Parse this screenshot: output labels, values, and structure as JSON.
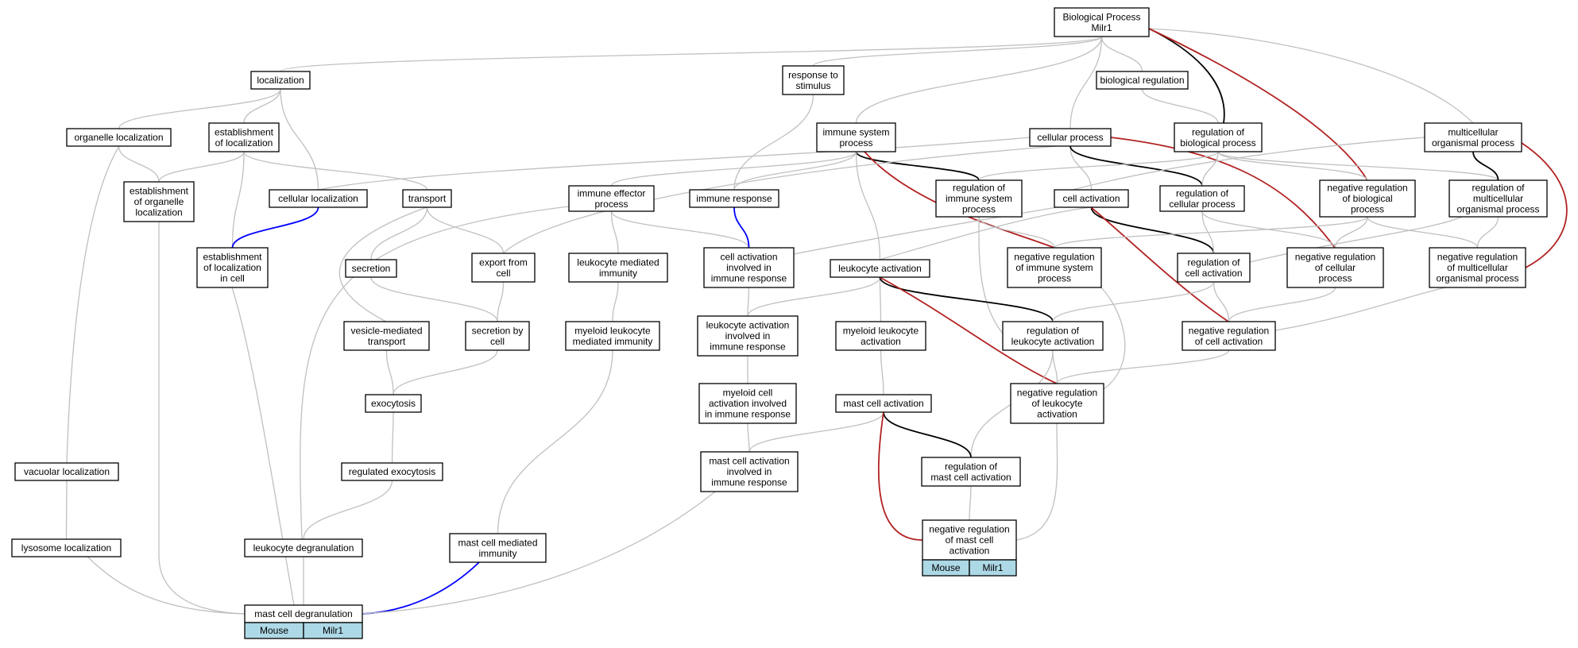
{
  "title": "Biological Process Milr1",
  "colors": {
    "gray": "#c0c0c0",
    "black": "#000000",
    "red": "#b22222",
    "blue": "#0000ff",
    "table_cell": "#add8e6"
  },
  "nodes": [
    {
      "id": "root",
      "lines": [
        "Biological Process",
        "Milr1"
      ]
    },
    {
      "id": "localization",
      "lines": [
        "localization"
      ]
    },
    {
      "id": "response_stim",
      "lines": [
        "response to",
        "stimulus"
      ]
    },
    {
      "id": "bio_reg",
      "lines": [
        "biological regulation"
      ]
    },
    {
      "id": "organelle_loc",
      "lines": [
        "organelle localization"
      ]
    },
    {
      "id": "est_loc",
      "lines": [
        "establishment",
        "of localization"
      ]
    },
    {
      "id": "immune_sys",
      "lines": [
        "immune system",
        "process"
      ]
    },
    {
      "id": "cellular_proc",
      "lines": [
        "cellular process"
      ]
    },
    {
      "id": "reg_bio",
      "lines": [
        "regulation of",
        "biological process"
      ]
    },
    {
      "id": "multicell",
      "lines": [
        "multicellular",
        "organismal process"
      ]
    },
    {
      "id": "est_organelle",
      "lines": [
        "establishment",
        "of organelle",
        "localization"
      ]
    },
    {
      "id": "cell_loc",
      "lines": [
        "cellular localization"
      ]
    },
    {
      "id": "transport",
      "lines": [
        "transport"
      ]
    },
    {
      "id": "immune_eff",
      "lines": [
        "immune effector",
        "process"
      ]
    },
    {
      "id": "immune_resp",
      "lines": [
        "immune response"
      ]
    },
    {
      "id": "reg_immune",
      "lines": [
        "regulation of",
        "immune system",
        "process"
      ]
    },
    {
      "id": "cell_act",
      "lines": [
        "cell activation"
      ]
    },
    {
      "id": "reg_cellular",
      "lines": [
        "regulation of",
        "cellular process"
      ]
    },
    {
      "id": "neg_reg_bio",
      "lines": [
        "negative regulation",
        "of biological",
        "process"
      ]
    },
    {
      "id": "reg_multi",
      "lines": [
        "regulation of",
        "multicellular",
        "organismal process"
      ]
    },
    {
      "id": "est_loc_cell",
      "lines": [
        "establishment",
        "of localization",
        "in cell"
      ]
    },
    {
      "id": "secretion",
      "lines": [
        "secretion"
      ]
    },
    {
      "id": "export_cell",
      "lines": [
        "export from",
        "cell"
      ]
    },
    {
      "id": "leuk_med_imm",
      "lines": [
        "leukocyte mediated",
        "immunity"
      ]
    },
    {
      "id": "cell_act_imm",
      "lines": [
        "cell activation",
        "involved in",
        "immune response"
      ]
    },
    {
      "id": "leuk_act",
      "lines": [
        "leukocyte activation"
      ]
    },
    {
      "id": "neg_reg_immune",
      "lines": [
        "negative regulation",
        "of immune system",
        "process"
      ]
    },
    {
      "id": "reg_cell_act",
      "lines": [
        "regulation of",
        "cell activation"
      ]
    },
    {
      "id": "neg_reg_cellular",
      "lines": [
        "negative regulation",
        "of cellular",
        "process"
      ]
    },
    {
      "id": "neg_reg_multi",
      "lines": [
        "negative regulation",
        "of multicellular",
        "organismal process"
      ]
    },
    {
      "id": "vesicle_trans",
      "lines": [
        "vesicle-mediated",
        "transport"
      ]
    },
    {
      "id": "secretion_cell",
      "lines": [
        "secretion by",
        "cell"
      ]
    },
    {
      "id": "myeloid_leuk_imm",
      "lines": [
        "myeloid leukocyte",
        "mediated immunity"
      ]
    },
    {
      "id": "leuk_act_imm",
      "lines": [
        "leukocyte activation",
        "involved in",
        "immune response"
      ]
    },
    {
      "id": "myeloid_leuk_act",
      "lines": [
        "myeloid leukocyte",
        "activation"
      ]
    },
    {
      "id": "reg_leuk_act",
      "lines": [
        "regulation of",
        "leukocyte activation"
      ]
    },
    {
      "id": "neg_reg_cell_act",
      "lines": [
        "negative regulation",
        "of cell activation"
      ]
    },
    {
      "id": "exocytosis",
      "lines": [
        "exocytosis"
      ]
    },
    {
      "id": "myeloid_cell_act",
      "lines": [
        "myeloid cell",
        "activation involved",
        "in immune response"
      ]
    },
    {
      "id": "mast_cell_act",
      "lines": [
        "mast cell activation"
      ]
    },
    {
      "id": "neg_reg_leuk_act",
      "lines": [
        "negative regulation",
        "of leukocyte",
        "activation"
      ]
    },
    {
      "id": "vacuolar_loc",
      "lines": [
        "vacuolar localization"
      ]
    },
    {
      "id": "reg_exocytosis",
      "lines": [
        "regulated exocytosis"
      ]
    },
    {
      "id": "mast_act_imm",
      "lines": [
        "mast cell activation",
        "involved in",
        "immune response"
      ]
    },
    {
      "id": "reg_mast_act",
      "lines": [
        "regulation of",
        "mast cell activation"
      ]
    },
    {
      "id": "lysosome_loc",
      "lines": [
        "lysosome localization"
      ]
    },
    {
      "id": "leuk_degran",
      "lines": [
        "leukocyte degranulation"
      ]
    },
    {
      "id": "mast_med_imm",
      "lines": [
        "mast cell mediated",
        "immunity"
      ]
    },
    {
      "id": "neg_reg_mast",
      "lines": [
        "negative regulation",
        "of mast cell",
        "activation"
      ],
      "table": [
        "Mouse",
        "Milr1"
      ]
    },
    {
      "id": "mast_degran",
      "lines": [
        "mast cell degranulation"
      ],
      "table": [
        "Mouse",
        "Milr1"
      ]
    }
  ],
  "edges": [
    {
      "from": "localization",
      "to": "root",
      "color": "gray"
    },
    {
      "from": "response_stim",
      "to": "root",
      "color": "gray"
    },
    {
      "from": "bio_reg",
      "to": "root",
      "color": "gray"
    },
    {
      "from": "immune_sys",
      "to": "root",
      "color": "gray"
    },
    {
      "from": "cellular_proc",
      "to": "root",
      "color": "gray"
    },
    {
      "from": "reg_bio",
      "to": "root",
      "color": "black"
    },
    {
      "from": "multicell",
      "to": "root",
      "color": "gray"
    },
    {
      "from": "neg_reg_bio",
      "to": "root",
      "color": "red"
    },
    {
      "from": "organelle_loc",
      "to": "localization",
      "color": "gray"
    },
    {
      "from": "est_loc",
      "to": "localization",
      "color": "gray"
    },
    {
      "from": "cell_loc",
      "to": "localization",
      "color": "gray"
    },
    {
      "from": "immune_resp",
      "to": "response_stim",
      "color": "gray"
    },
    {
      "from": "reg_bio",
      "to": "bio_reg",
      "color": "gray"
    },
    {
      "from": "est_organelle",
      "to": "organelle_loc",
      "color": "gray"
    },
    {
      "from": "vacuolar_loc",
      "to": "organelle_loc",
      "color": "gray"
    },
    {
      "from": "est_organelle",
      "to": "est_loc",
      "color": "gray"
    },
    {
      "from": "transport",
      "to": "est_loc",
      "color": "gray"
    },
    {
      "from": "est_loc_cell",
      "to": "est_loc",
      "color": "gray"
    },
    {
      "from": "immune_eff",
      "to": "immune_sys",
      "color": "gray"
    },
    {
      "from": "immune_resp",
      "to": "immune_sys",
      "color": "gray"
    },
    {
      "from": "reg_immune",
      "to": "immune_sys",
      "color": "black"
    },
    {
      "from": "leuk_act",
      "to": "immune_sys",
      "color": "gray"
    },
    {
      "from": "neg_reg_immune",
      "to": "immune_sys",
      "color": "red"
    },
    {
      "from": "cell_loc",
      "to": "cellular_proc",
      "color": "gray"
    },
    {
      "from": "cell_act",
      "to": "cellular_proc",
      "color": "gray"
    },
    {
      "from": "reg_cellular",
      "to": "cellular_proc",
      "color": "black"
    },
    {
      "from": "neg_reg_cellular",
      "to": "cellular_proc",
      "color": "red"
    },
    {
      "from": "export_cell",
      "to": "cellular_proc",
      "color": "gray"
    },
    {
      "from": "reg_immune",
      "to": "reg_bio",
      "color": "gray"
    },
    {
      "from": "reg_cellular",
      "to": "reg_bio",
      "color": "gray"
    },
    {
      "from": "neg_reg_bio",
      "to": "reg_bio",
      "color": "gray"
    },
    {
      "from": "reg_multi",
      "to": "reg_bio",
      "color": "gray"
    },
    {
      "from": "reg_multi",
      "to": "multicell",
      "color": "black"
    },
    {
      "from": "neg_reg_multi",
      "to": "multicell",
      "color": "red"
    },
    {
      "from": "cell_act",
      "to": "multicell",
      "color": "gray"
    },
    {
      "from": "mast_degran",
      "to": "est_organelle",
      "color": "gray"
    },
    {
      "from": "est_loc_cell",
      "to": "cell_loc",
      "color": "blue"
    },
    {
      "from": "secretion",
      "to": "transport",
      "color": "gray"
    },
    {
      "from": "export_cell",
      "to": "transport",
      "color": "gray"
    },
    {
      "from": "vesicle_trans",
      "to": "transport",
      "color": "gray"
    },
    {
      "from": "leuk_med_imm",
      "to": "immune_eff",
      "color": "gray"
    },
    {
      "from": "cell_act_imm",
      "to": "immune_eff",
      "color": "gray"
    },
    {
      "from": "leuk_degran",
      "to": "immune_eff",
      "color": "gray"
    },
    {
      "from": "cell_act_imm",
      "to": "immune_resp",
      "color": "blue"
    },
    {
      "from": "neg_reg_immune",
      "to": "reg_immune",
      "color": "gray"
    },
    {
      "from": "reg_leuk_act",
      "to": "reg_immune",
      "color": "gray"
    },
    {
      "from": "leuk_act",
      "to": "cell_act",
      "color": "gray"
    },
    {
      "from": "reg_cell_act",
      "to": "cell_act",
      "color": "black"
    },
    {
      "from": "neg_reg_cell_act",
      "to": "cell_act",
      "color": "red"
    },
    {
      "from": "cell_act_imm",
      "to": "cell_act",
      "color": "gray"
    },
    {
      "from": "reg_cell_act",
      "to": "reg_cellular",
      "color": "gray"
    },
    {
      "from": "neg_reg_cellular",
      "to": "reg_cellular",
      "color": "gray"
    },
    {
      "from": "neg_reg_immune",
      "to": "neg_reg_bio",
      "color": "gray"
    },
    {
      "from": "neg_reg_cellular",
      "to": "neg_reg_bio",
      "color": "gray"
    },
    {
      "from": "neg_reg_multi",
      "to": "neg_reg_bio",
      "color": "gray"
    },
    {
      "from": "neg_reg_multi",
      "to": "reg_multi",
      "color": "gray"
    },
    {
      "from": "reg_cell_act",
      "to": "reg_multi",
      "color": "gray"
    },
    {
      "from": "mast_degran",
      "to": "est_loc_cell",
      "color": "gray"
    },
    {
      "from": "secretion_cell",
      "to": "secretion",
      "color": "gray"
    },
    {
      "from": "secretion_cell",
      "to": "export_cell",
      "color": "gray"
    },
    {
      "from": "myeloid_leuk_imm",
      "to": "leuk_med_imm",
      "color": "gray"
    },
    {
      "from": "leuk_act_imm",
      "to": "cell_act_imm",
      "color": "gray"
    },
    {
      "from": "myeloid_leuk_act",
      "to": "leuk_act",
      "color": "gray"
    },
    {
      "from": "leuk_act_imm",
      "to": "leuk_act",
      "color": "gray"
    },
    {
      "from": "reg_leuk_act",
      "to": "leuk_act",
      "color": "black"
    },
    {
      "from": "neg_reg_leuk_act",
      "to": "leuk_act",
      "color": "red"
    },
    {
      "from": "neg_reg_leuk_act",
      "to": "neg_reg_immune",
      "color": "gray"
    },
    {
      "from": "reg_leuk_act",
      "to": "reg_cell_act",
      "color": "gray"
    },
    {
      "from": "neg_reg_cell_act",
      "to": "reg_cell_act",
      "color": "gray"
    },
    {
      "from": "neg_reg_cell_act",
      "to": "neg_reg_cellular",
      "color": "gray"
    },
    {
      "from": "neg_reg_cell_act",
      "to": "neg_reg_multi",
      "color": "gray"
    },
    {
      "from": "exocytosis",
      "to": "vesicle_trans",
      "color": "gray"
    },
    {
      "from": "exocytosis",
      "to": "secretion_cell",
      "color": "gray"
    },
    {
      "from": "mast_med_imm",
      "to": "myeloid_leuk_imm",
      "color": "gray"
    },
    {
      "from": "myeloid_cell_act",
      "to": "leuk_act_imm",
      "color": "gray"
    },
    {
      "from": "mast_cell_act",
      "to": "myeloid_leuk_act",
      "color": "gray"
    },
    {
      "from": "neg_reg_leuk_act",
      "to": "reg_leuk_act",
      "color": "gray"
    },
    {
      "from": "reg_mast_act",
      "to": "reg_leuk_act",
      "color": "gray"
    },
    {
      "from": "neg_reg_leuk_act",
      "to": "neg_reg_cell_act",
      "color": "gray"
    },
    {
      "from": "reg_exocytosis",
      "to": "exocytosis",
      "color": "gray"
    },
    {
      "from": "mast_act_imm",
      "to": "myeloid_cell_act",
      "color": "gray"
    },
    {
      "from": "mast_act_imm",
      "to": "mast_cell_act",
      "color": "gray"
    },
    {
      "from": "reg_mast_act",
      "to": "mast_cell_act",
      "color": "black"
    },
    {
      "from": "neg_reg_mast",
      "to": "mast_cell_act",
      "color": "red"
    },
    {
      "from": "neg_reg_mast",
      "to": "neg_reg_leuk_act",
      "color": "gray"
    },
    {
      "from": "lysosome_loc",
      "to": "vacuolar_loc",
      "color": "gray"
    },
    {
      "from": "leuk_degran",
      "to": "reg_exocytosis",
      "color": "gray"
    },
    {
      "from": "neg_reg_mast",
      "to": "reg_mast_act",
      "color": "gray"
    },
    {
      "from": "mast_degran",
      "to": "lysosome_loc",
      "color": "gray"
    },
    {
      "from": "mast_degran",
      "to": "leuk_degran",
      "color": "gray"
    },
    {
      "from": "mast_degran",
      "to": "mast_med_imm",
      "color": "blue"
    },
    {
      "from": "mast_degran",
      "to": "mast_act_imm",
      "color": "gray"
    }
  ]
}
